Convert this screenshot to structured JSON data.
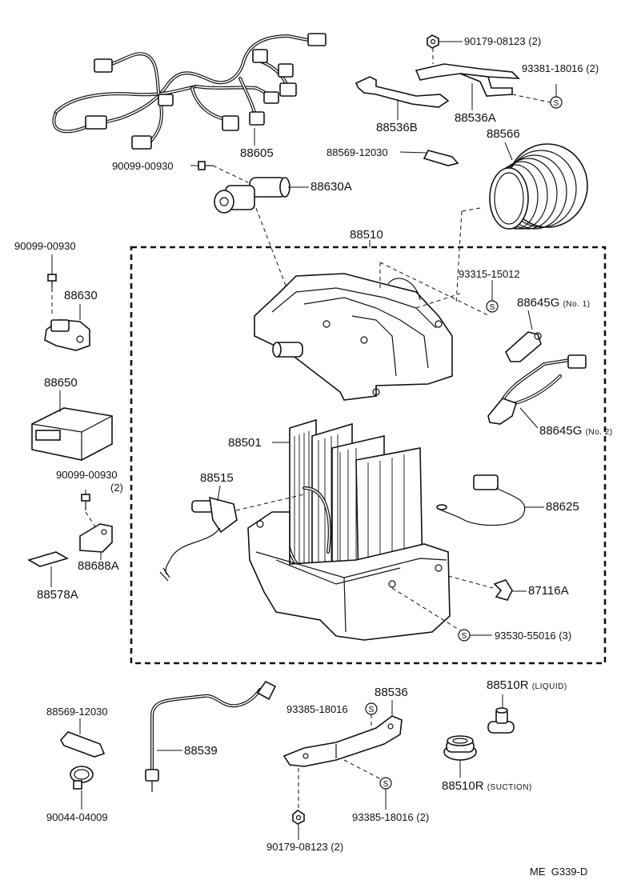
{
  "parts": {
    "p90179a": {
      "number": "90179-08123",
      "qty": "(2)"
    },
    "p93381": {
      "number": "93381-18016",
      "qty": "(2)"
    },
    "p88536a": {
      "number": "88536A"
    },
    "p88536b": {
      "number": "88536B"
    },
    "p88605": {
      "number": "88605"
    },
    "p88566": {
      "number": "88566"
    },
    "p88569a": {
      "number": "88569-12030"
    },
    "p90099a": {
      "number": "90099-00930"
    },
    "p88630a": {
      "number": "88630A"
    },
    "p88510": {
      "number": "88510"
    },
    "p90099b": {
      "number": "90099-00930"
    },
    "p93315": {
      "number": "93315-15012"
    },
    "p88630": {
      "number": "88630"
    },
    "p88645g1": {
      "number": "88645G",
      "note": "(No. 1)"
    },
    "p88650": {
      "number": "88650"
    },
    "p88645g2": {
      "number": "88645G",
      "note": "(No. 2)"
    },
    "p88501": {
      "number": "88501"
    },
    "p90099c": {
      "number": "90099-00930",
      "qty": "(2)"
    },
    "p88515": {
      "number": "88515"
    },
    "p88625": {
      "number": "88625"
    },
    "p88688a": {
      "number": "88688A"
    },
    "p88578a": {
      "number": "88578A"
    },
    "p87116a": {
      "number": "87116A"
    },
    "p93530": {
      "number": "93530-55016",
      "qty": "(3)"
    },
    "p88569b": {
      "number": "88569-12030"
    },
    "p88536": {
      "number": "88536"
    },
    "p93385a": {
      "number": "93385-18016"
    },
    "p88510r_l": {
      "number": "88510R",
      "note": "(LIQUID)"
    },
    "p88539": {
      "number": "88539"
    },
    "p88510r_s": {
      "number": "88510R",
      "note": "(SUCTION)"
    },
    "p90044": {
      "number": "90044-04009"
    },
    "p93385b": {
      "number": "93385-18016",
      "qty": "(2)"
    },
    "p90179b": {
      "number": "90179-08123",
      "qty": "(2)"
    }
  },
  "symbol": {
    "standard_part": "S"
  },
  "footer": {
    "code": "ME  G339-D"
  }
}
